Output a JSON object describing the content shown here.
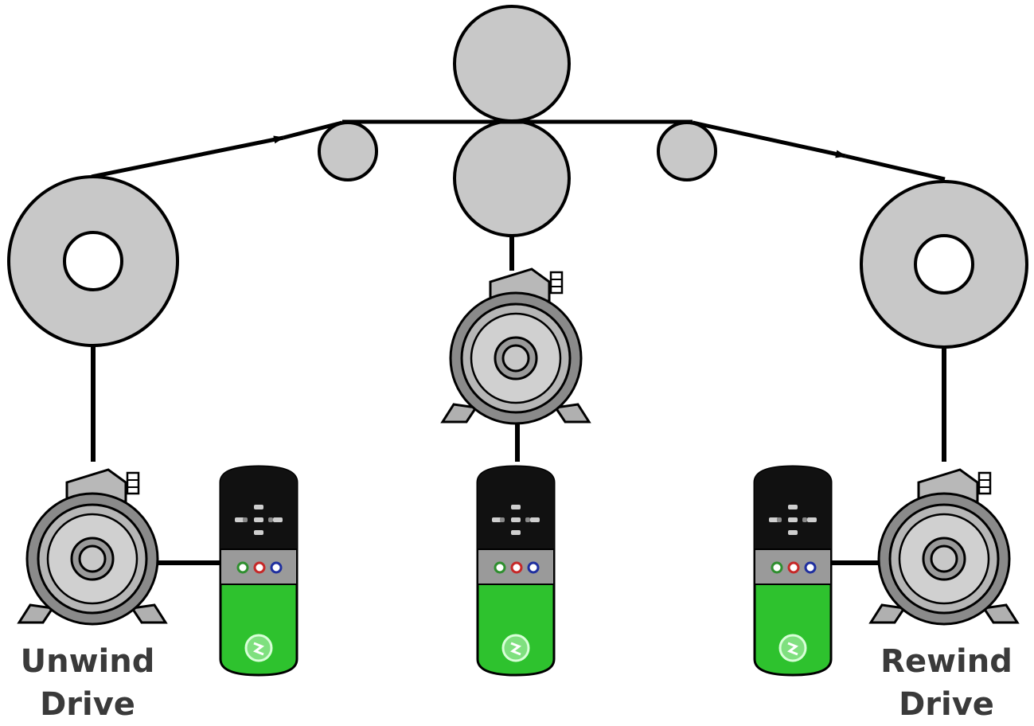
{
  "labels": {
    "unwind": {
      "line1": "Unwind",
      "line2": "Drive"
    },
    "rewind": {
      "line1": "Rewind",
      "line2": "Drive"
    }
  },
  "colors": {
    "roll_fill": "#c8c8c8",
    "outline": "#000000",
    "drive_top": "#111111",
    "drive_mid": "#9a9a9a",
    "drive_bottom": "#2ec22e",
    "led_green": "#2f8f2f",
    "led_red": "#c62828",
    "led_blue": "#1f2f9f"
  }
}
